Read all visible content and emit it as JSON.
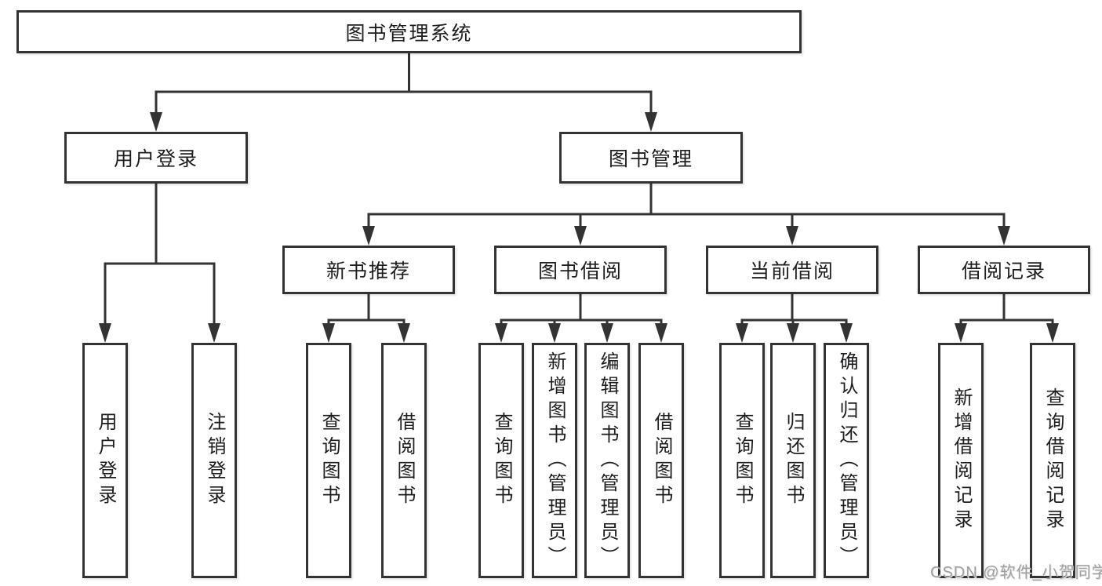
{
  "tree": {
    "root": {
      "label": "图书管理系统"
    },
    "level2": [
      {
        "label": "用户登录"
      },
      {
        "label": "图书管理"
      }
    ],
    "level3": [
      {
        "label": "新书推荐"
      },
      {
        "label": "图书借阅"
      },
      {
        "label": "当前借阅"
      },
      {
        "label": "借阅记录"
      }
    ],
    "leafGroups": [
      {
        "parent": "用户登录",
        "leaves": [
          {
            "label": "用户登录"
          },
          {
            "label": "注销登录"
          }
        ]
      },
      {
        "parent": "新书推荐",
        "leaves": [
          {
            "label": "查询图书"
          },
          {
            "label": "借阅图书"
          }
        ]
      },
      {
        "parent": "图书借阅",
        "leaves": [
          {
            "label": "查询图书"
          },
          {
            "label": "新增图书（管理员）"
          },
          {
            "label": "编辑图书（管理员）"
          },
          {
            "label": "借阅图书"
          }
        ]
      },
      {
        "parent": "当前借阅",
        "leaves": [
          {
            "label": "查询图书"
          },
          {
            "label": "归还图书"
          },
          {
            "label": "确认归还（管理员）"
          }
        ]
      },
      {
        "parent": "借阅记录",
        "leaves": [
          {
            "label": "新增借阅记录"
          },
          {
            "label": "查询借阅记录"
          }
        ]
      }
    ]
  },
  "watermark": {
    "text": "CSDN @软件_小贺同学",
    "color": "#a0a0a0"
  },
  "colors": {
    "line": "#333333",
    "box_border": "#333333",
    "text": "#1d1d1f",
    "background": "#ffffff"
  }
}
